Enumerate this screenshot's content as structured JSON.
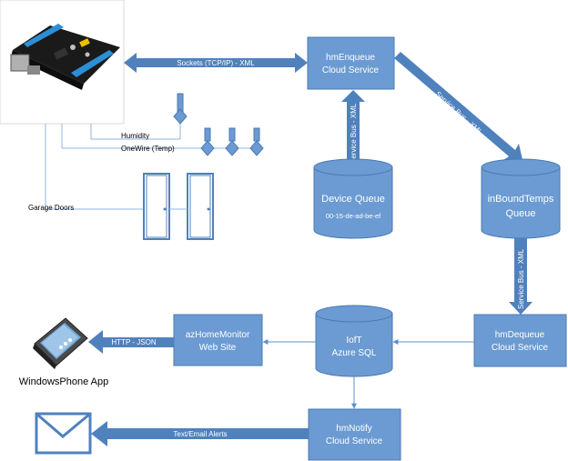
{
  "nodes": {
    "enqueue": {
      "line1": "hmEnqueue",
      "line2": "Cloud Service"
    },
    "device_queue": {
      "line1": "Device Queue",
      "line2": "00-15-de-ad-be-ef"
    },
    "inbound": {
      "line1": "inBoundTemps",
      "line2": "Queue"
    },
    "dequeue": {
      "line1": "hmDequeue",
      "line2": "Cloud Service"
    },
    "iot": {
      "line1": "IofT",
      "line2": "Azure SQL"
    },
    "monitor": {
      "line1": "azHomeMonitor",
      "line2": "Web Site"
    },
    "notify": {
      "line1": "hmNotify",
      "line2": "Cloud Service"
    }
  },
  "labels": {
    "sockets": "Sockets (TCP/IP) - XML",
    "service_bus_1": "Service Bus - XML",
    "service_bus_2": "Service Bus - XML",
    "service_bus_3": "Service Bus - XML",
    "humidity": "Humidity",
    "onewire": "OneWire (Temp)",
    "garage": "Garage Doors",
    "http": "HTTP - JSON",
    "alerts": "Text/Email Alerts",
    "phone_app": "WindowsPhone App"
  },
  "icons": [
    "arduino-board-icon",
    "humidity-sensor-icon",
    "temperature-sensor-icon",
    "garage-door-icon",
    "windows-phone-icon",
    "envelope-icon"
  ],
  "colors": {
    "box_fill": "#6b9bd2",
    "box_stroke": "#4a7ab3",
    "arrow": "#4f81bd",
    "line": "#8eb4e3",
    "text_white": "#ffffff"
  }
}
